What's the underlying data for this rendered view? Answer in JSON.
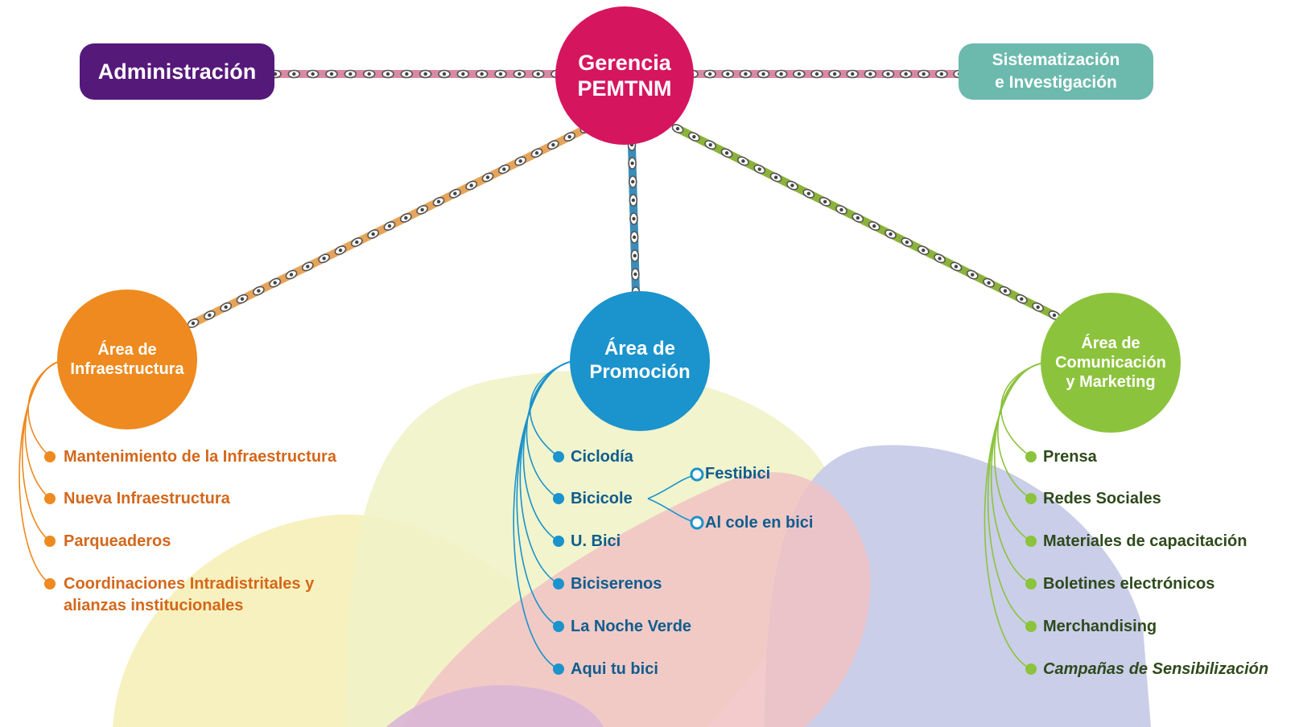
{
  "colors": {
    "admin": "#55197a",
    "gerencia": "#d6155f",
    "sistematizacion": "#6cb9ad",
    "infraestructura": "#ee8a1f",
    "promocion": "#1b93cc",
    "comunicacion": "#8cc33d",
    "chain_pink": "#d98aa3",
    "chain_orange": "#e6a45a",
    "chain_blue": "#3c8cb8",
    "chain_green": "#8bb23a"
  },
  "top": {
    "admin": "Administración",
    "gerencia_line1": "Gerencia",
    "gerencia_line2": "PEMTNM",
    "sistematizacion_line1": "Sistematización",
    "sistematizacion_line2": "e Investigación"
  },
  "areas": {
    "infraestructura": {
      "line1": "Área de",
      "line2": "Infraestructura",
      "items": [
        "Mantenimiento de la Infraestructura",
        "Nueva Infraestructura",
        "Parqueaderos",
        "Coordinaciones Intradistritales y",
        "alianzas institucionales"
      ]
    },
    "promocion": {
      "line1": "Área de",
      "line2": "Promoción",
      "items": [
        "Ciclodía",
        "Bicicole",
        "U. Bici",
        "Biciserenos",
        "La Noche Verde",
        "Aqui tu bici"
      ],
      "subitems": [
        "Festibici",
        "Al cole en bici"
      ]
    },
    "comunicacion": {
      "line1": "Área de",
      "line2": "Comunicación",
      "line3": "y Marketing",
      "items": [
        "Prensa",
        "Redes Sociales",
        "Materiales de capacitación",
        "Boletines electrónicos",
        "Merchandising",
        "Campañas de Sensibilización"
      ]
    }
  }
}
